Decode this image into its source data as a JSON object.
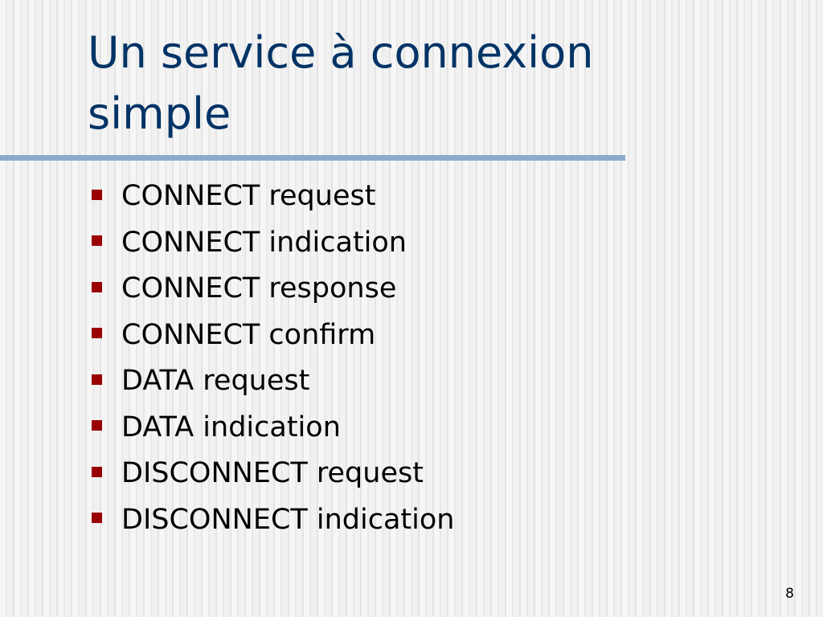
{
  "slide": {
    "title": "Un service à connexion simple",
    "bullets": [
      "CONNECT request",
      "CONNECT indication",
      "CONNECT response",
      "CONNECT confirm",
      "DATA request",
      "DATA indication",
      "DISCONNECT request",
      "DISCONNECT indication"
    ],
    "page_number": "8"
  },
  "colors": {
    "title": "#003366",
    "rule": "#8eaac9",
    "bullet_marker": "#990000",
    "text": "#000000"
  },
  "icons": {
    "bullet": "square-bullet-icon"
  }
}
